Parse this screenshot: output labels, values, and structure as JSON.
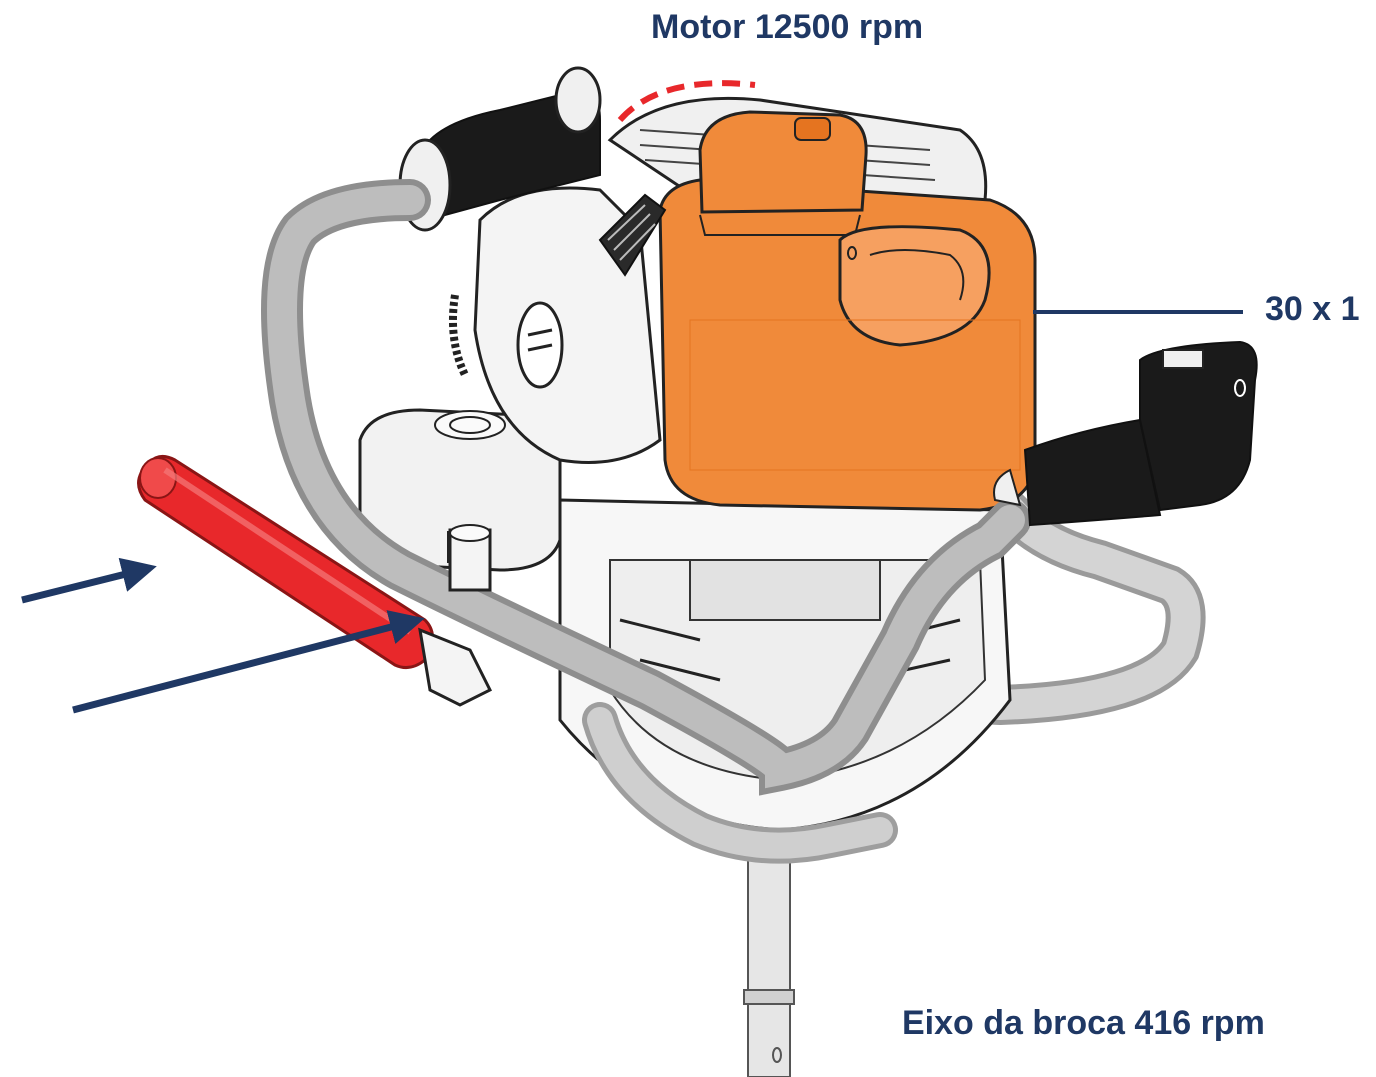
{
  "labels": {
    "motor": "Motor 12500 rpm",
    "ratio": "30 x 1",
    "shaft": "Eixo da broca 416 rpm"
  },
  "colors": {
    "label_text": "#1f3864",
    "engine_orange": "#f08a3a",
    "handle_red": "#e8282b",
    "frame_gray": "#a6a6a6",
    "grip_black": "#1a1a1a",
    "arrow": "#1f3864",
    "rotation_marker": "#e8282b"
  },
  "icons": {
    "arrow_a": "arrow-right-icon",
    "arrow_b": "arrow-right-icon",
    "rotation": "rotation-arc-icon"
  }
}
